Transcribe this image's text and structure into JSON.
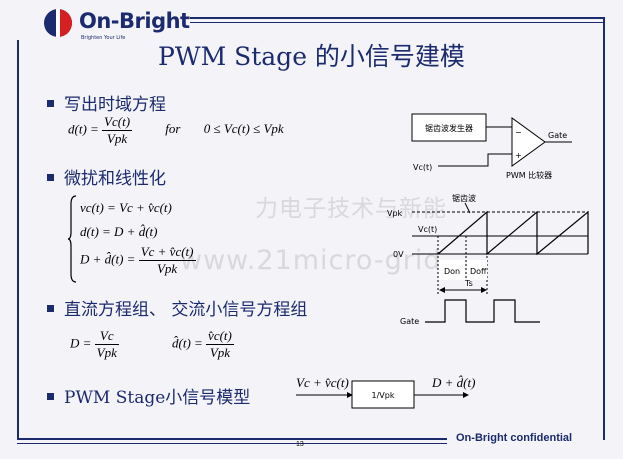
{
  "logo": {
    "name": "On-Bright",
    "tagline": "Brighten Your Life"
  },
  "title": "PWM Stage 的小信号建模",
  "bullets": [
    "写出时域方程",
    "微扰和线性化",
    "直流方程组、 交流小信号方程组",
    "PWM Stage小信号模型"
  ],
  "equations": {
    "eq1_lhs": "d(t) =",
    "eq1_num": "Vc(t)",
    "eq1_den": "Vpk",
    "eq1_for": "for",
    "eq1_cond": "0 ≤ Vc(t) ≤ Vpk",
    "lin1": "vc(t) = Vc + v̂c(t)",
    "lin2": "d(t) = D + d̂(t)",
    "lin3_lhs": "D + d̂(t) =",
    "lin3_num": "Vc + v̂c(t)",
    "lin3_den": "Vpk",
    "dc_lhs": "D =",
    "dc_num": "Vc",
    "dc_den": "Vpk",
    "ac_lhs": "d̂(t) =",
    "ac_num": "v̂c(t)",
    "ac_den": "Vpk",
    "model_in": "Vc + v̂c(t)",
    "model_out": "D + d̂(t)"
  },
  "diagram": {
    "generator": "锯齿波发生器",
    "vc": "Vc(t)",
    "gate": "Gate",
    "comparator": "PWM 比较器",
    "minus": "−",
    "plus": "+",
    "sawtooth": "锯齿波",
    "vpk": "Vpk",
    "vct": "Vc(t)",
    "zero": "0V",
    "don": "Don",
    "doff": "Doff",
    "ts": "Ts",
    "gate2": "Gate",
    "block": "1/Vpk"
  },
  "watermark": [
    "力电子技术与新能",
    "www.21micro-grid"
  ],
  "footer": "On-Bright confidential",
  "page": "13"
}
